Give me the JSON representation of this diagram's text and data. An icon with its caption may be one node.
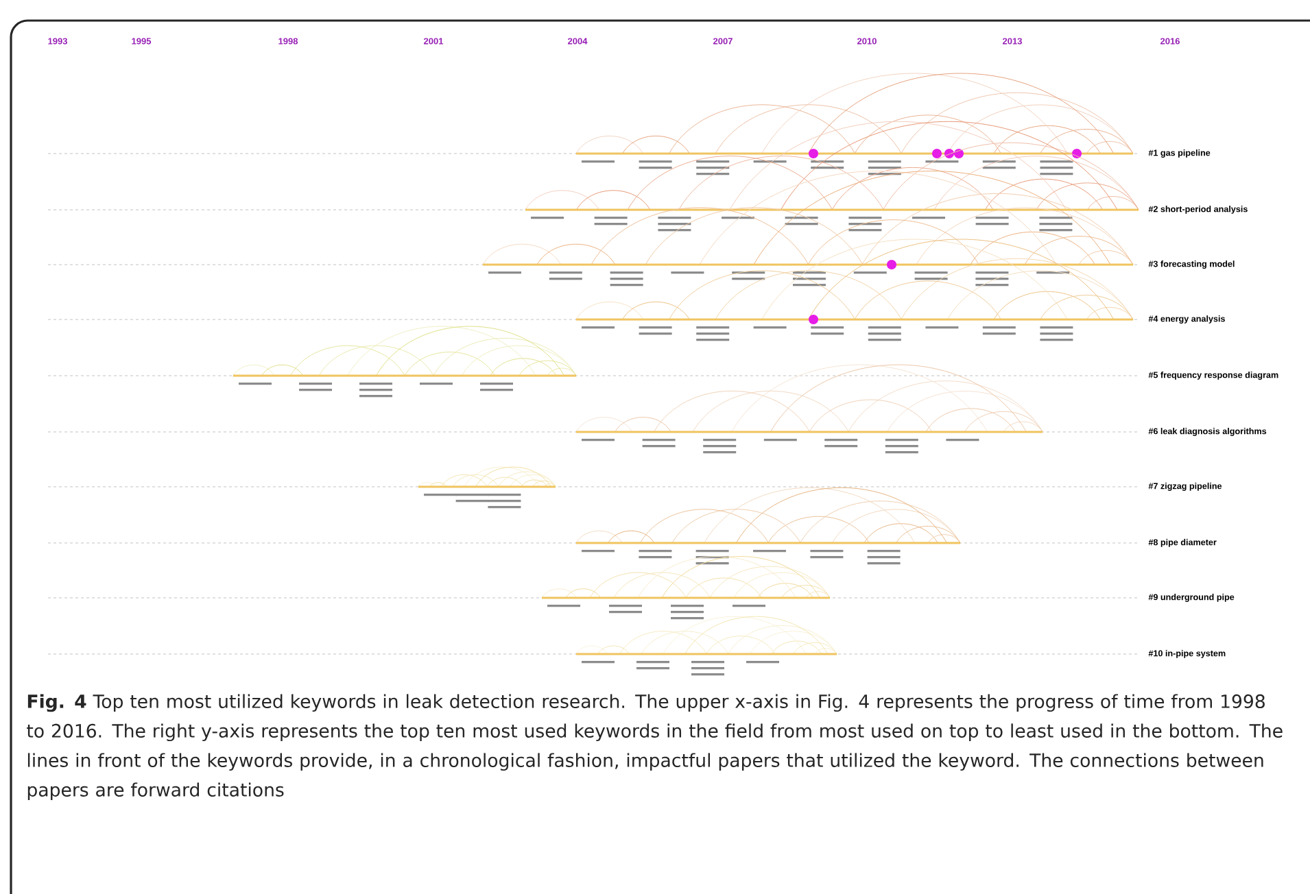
{
  "diagram": {
    "caption": "**Fig. 4** Top ten most utilized keywords in leak detection research. The upper x-axis in Fig. 4 represents the progress of time from 1998 to 2016. The right y-axis represents the top ten most used keywords in the field from most used on top to least used in the bottom. The lines in front of the keywords provide, in a chronological fashion, impactful papers that utilized the keyword. The connections between papers are forward citations",
    "labels": [
      "1993",
      "1995",
      "1998",
      "2001",
      "2004",
      "2007",
      "2010",
      "2013",
      "2016",
      "#1 gas pipeline",
      "#2 short-period analysis",
      "#3 forecasting model",
      "#4 energy analysis",
      "#5 frequency response diagram",
      "#6 leak diagnosis algorithms",
      "#7 zigzag pipeline",
      "#8 pipe diameter",
      "#9 underground pipe",
      "#10 in-pipe system"
    ]
  }
}
